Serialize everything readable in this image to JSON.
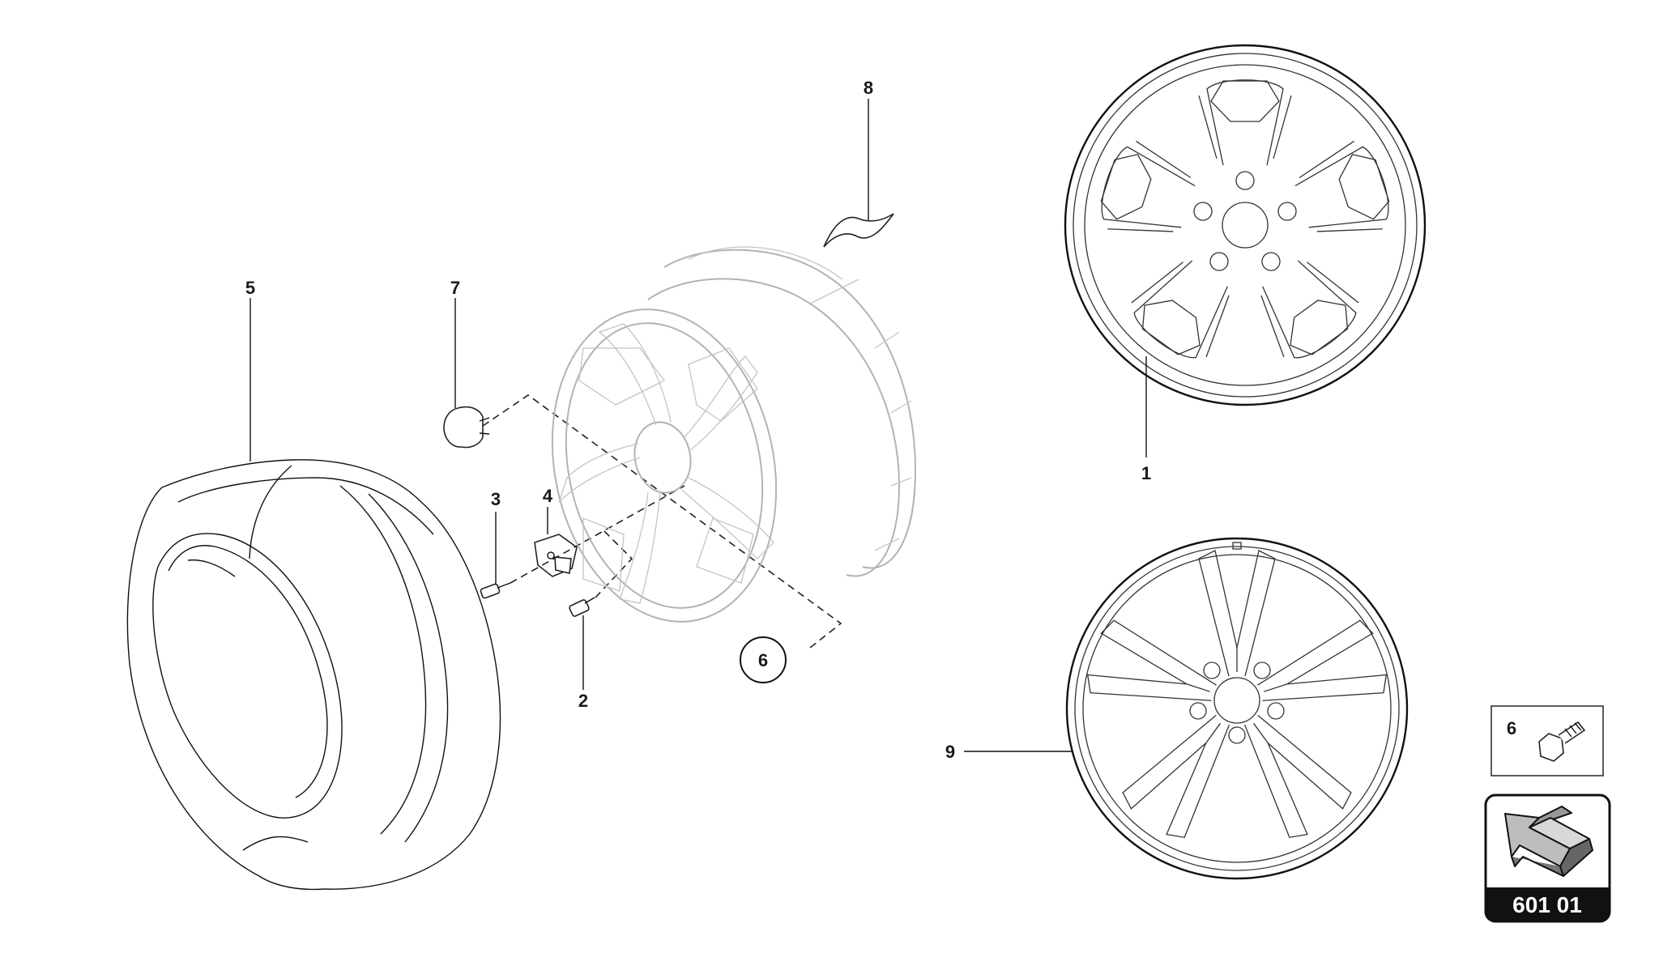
{
  "callouts": {
    "c1": "1",
    "c2": "2",
    "c3": "3",
    "c4": "4",
    "c5": "5",
    "c6": "6",
    "c7": "7",
    "c8": "8",
    "c9": "9"
  },
  "inset_box": {
    "label": "6"
  },
  "reference_badge": {
    "code": "601 01"
  }
}
